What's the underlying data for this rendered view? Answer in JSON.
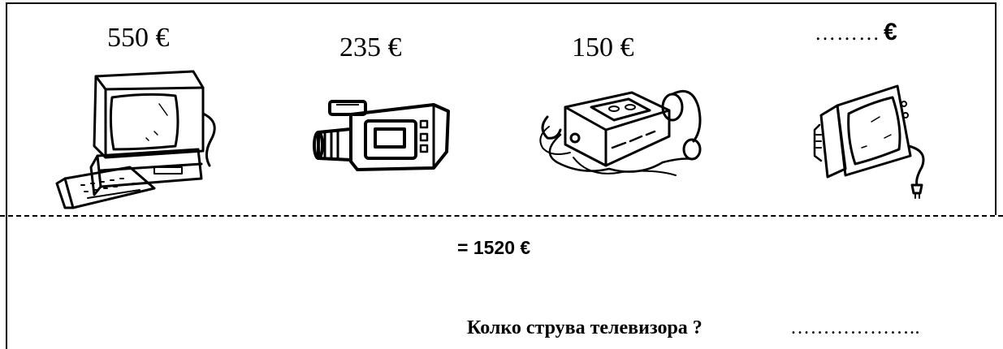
{
  "items": [
    {
      "name": "computer",
      "icon": "computer-icon",
      "price": "550 €"
    },
    {
      "name": "video camera",
      "icon": "video-camera-icon",
      "price": "235 €"
    },
    {
      "name": "cassette player",
      "icon": "cassette-player-icon",
      "price": "150 €"
    },
    {
      "name": "television",
      "icon": "television-icon",
      "price_blank": "………",
      "currency": "€"
    }
  ],
  "total": "= 1520 €",
  "question": {
    "text": "Колко струва телевизора ?",
    "answer_blank": "……………….."
  }
}
